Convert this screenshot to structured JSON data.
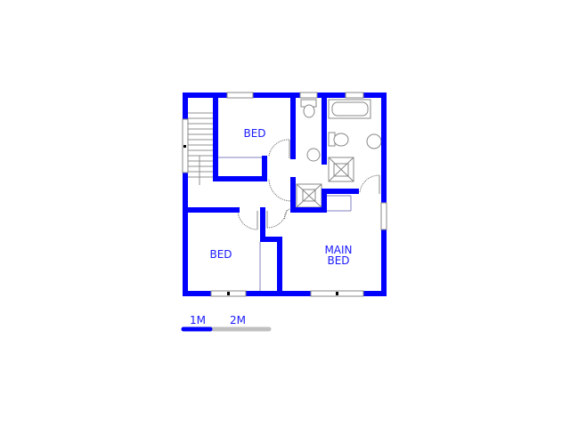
{
  "floor_plan": {
    "rooms": [
      {
        "id": "bed1",
        "label": "BED"
      },
      {
        "id": "bed2",
        "label": "BED"
      },
      {
        "id": "main_bed",
        "label_line1": "MAIN",
        "label_line2": "BED"
      }
    ],
    "scale_bar": {
      "label_1": "1M",
      "label_2": "2M"
    },
    "colors": {
      "wall": "#0000ff",
      "fixture": "#888888",
      "scale_active": "#0000ff",
      "scale_inactive": "#c0c0c0"
    }
  }
}
